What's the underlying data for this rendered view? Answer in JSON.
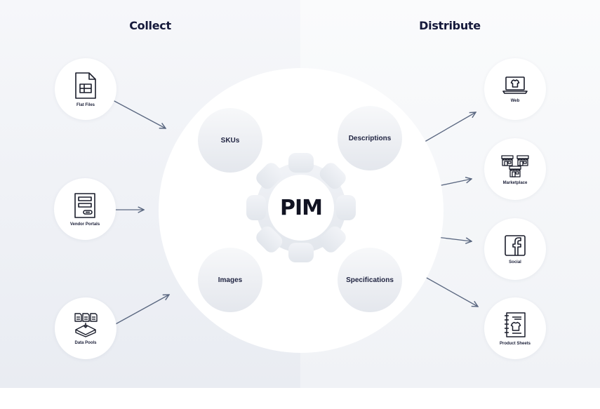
{
  "headings": {
    "collect": "Collect",
    "distribute": "Distribute"
  },
  "center": {
    "label": "PIM"
  },
  "attributes": {
    "skus": "SKUs",
    "descriptions": "Descriptions",
    "images": "Images",
    "specifications": "Specifications"
  },
  "sources": {
    "flat_files": "Flat Files",
    "vendor_portals": "Vendor Portals",
    "data_pools": "Data Pools"
  },
  "destinations": {
    "web": "Web",
    "marketplace": "Marketplace",
    "social": "Social",
    "product_sheets": "Product Sheets"
  },
  "icons": {
    "flat_files": "spreadsheet-file-icon",
    "vendor_portals": "portal-form-icon",
    "data_pools": "data-pool-icon",
    "web": "laptop-shirt-icon",
    "marketplace": "storefronts-icon",
    "social": "facebook-icon",
    "product_sheets": "product-sheet-icon"
  },
  "colors": {
    "heading": "#15193b",
    "connector": "#5a6780",
    "panel_left": "#eceff4",
    "panel_right": "#f3f4f7"
  }
}
